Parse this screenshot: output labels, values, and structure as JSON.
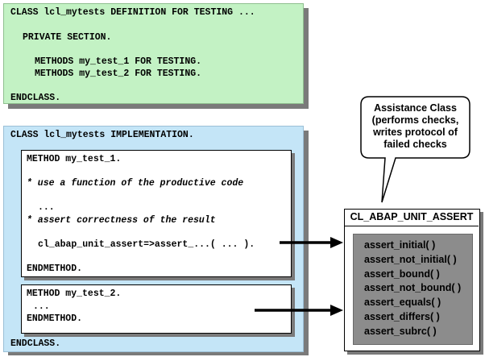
{
  "definition": {
    "line1": "CLASS lcl_mytests DEFINITION FOR TESTING ...",
    "line2": "PRIVATE SECTION.",
    "line3": "METHODS my_test_1 FOR TESTING.",
    "line4": "METHODS my_test_2 FOR TESTING.",
    "line5": "ENDCLASS."
  },
  "implementation": {
    "header": "CLASS lcl_mytests IMPLEMENTATION.",
    "footer": "ENDCLASS.",
    "method1": {
      "line1": "METHOD my_test_1.",
      "line2": "* use a function of the productive code",
      "line3": "...",
      "line4": "* assert correctness of the result",
      "line5": "cl_abap_unit_assert=>assert_...( ... ).",
      "line6": "ENDMETHOD."
    },
    "method2": {
      "line1": "METHOD my_test_2.",
      "line2": "...",
      "line3": "ENDMETHOD."
    }
  },
  "callout": {
    "line1": "Assistance Class",
    "line2": "(performs checks,",
    "line3": "writes protocol of",
    "line4": "failed checks"
  },
  "assert_class": {
    "title": "CL_ABAP_UNIT_ASSERT",
    "methods": [
      "assert_initial( )",
      "assert_not_initial( )",
      "assert_bound( )",
      "assert_not_bound( )",
      "assert_equals( )",
      "assert_differs( )",
      "assert_subrc( )"
    ]
  },
  "colors": {
    "definition_bg": "#c3f2c4",
    "implementation_bg": "#c4e5f7",
    "methods_bg": "#8c8c8c"
  }
}
